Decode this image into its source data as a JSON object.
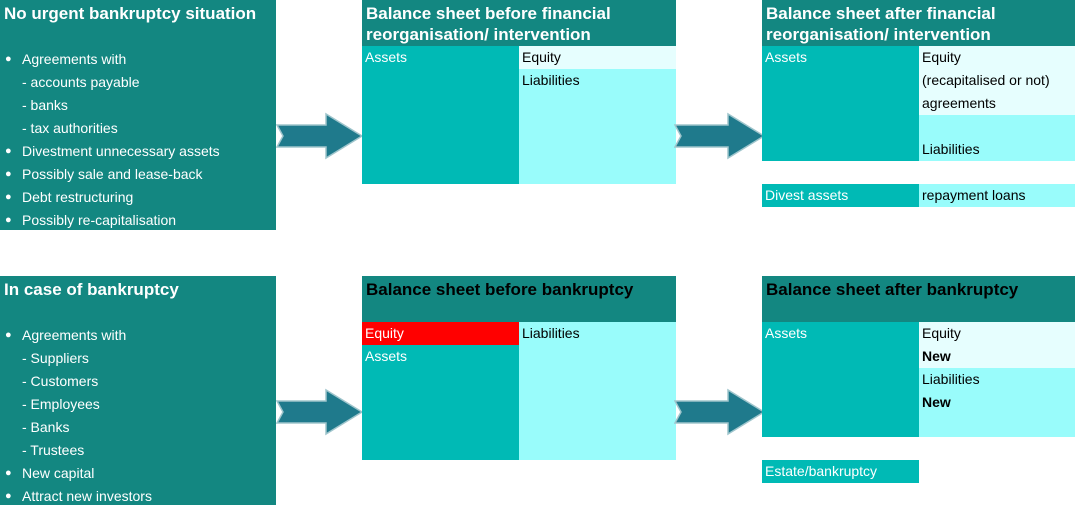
{
  "top": {
    "left_box": {
      "title": "No urgent bankruptcy situation",
      "items": [
        {
          "text": "Agreements with",
          "bullet": true
        },
        {
          "text": "- accounts payable",
          "bullet": false
        },
        {
          "text": "- banks",
          "bullet": false
        },
        {
          "text": "- tax authorities",
          "bullet": false
        },
        {
          "text": "Divestment unnecessary assets",
          "bullet": true
        },
        {
          "text": "Possibly sale and lease-back",
          "bullet": true
        },
        {
          "text": "Debt restructuring",
          "bullet": true
        },
        {
          "text": "Possibly re-capitalisation",
          "bullet": true
        }
      ]
    },
    "before": {
      "title_line1": "Balance sheet before financial",
      "title_line2": "reorganisation/ intervention",
      "assets": "Assets",
      "equity": "Equity",
      "liabilities": "Liabilities"
    },
    "after": {
      "title_line1": "Balance sheet after financial",
      "title_line2": "reorganisation/ intervention",
      "assets": "Assets",
      "equity": "Equity",
      "recap": "(recapitalised or not)",
      "agreements": "agreements",
      "liabilities": "Liabilities",
      "divest": "Divest assets",
      "repayment": "repayment loans"
    }
  },
  "bottom": {
    "left_box": {
      "title": "In case of bankruptcy",
      "items": [
        {
          "text": "Agreements with",
          "bullet": true
        },
        {
          "text": "- Suppliers",
          "bullet": false
        },
        {
          "text": "- Customers",
          "bullet": false
        },
        {
          "text": "- Employees",
          "bullet": false
        },
        {
          "text": "- Banks",
          "bullet": false
        },
        {
          "text": "- Trustees",
          "bullet": false
        },
        {
          "text": "New capital",
          "bullet": true
        },
        {
          "text": "Attract new investors",
          "bullet": true
        }
      ]
    },
    "before": {
      "title": "Balance sheet before bankruptcy",
      "equity": "Equity",
      "assets": "Assets",
      "liabilities": "Liabilities"
    },
    "after": {
      "title": "Balance sheet after bankruptcy",
      "assets": "Assets",
      "equity": "Equity",
      "new1": "New",
      "liabilities": "Liabilities",
      "new2": "New",
      "estate": "Estate/bankruptcy"
    }
  },
  "colors": {
    "dark_teal": "#138781",
    "teal": "#00BAB5",
    "cyan": "#99FCFB",
    "pale": "#E6FEFE",
    "red": "#FF0000",
    "arrow": "#1F7A8C"
  },
  "icons": [
    "right-arrow-icon",
    "bullet-icon"
  ]
}
